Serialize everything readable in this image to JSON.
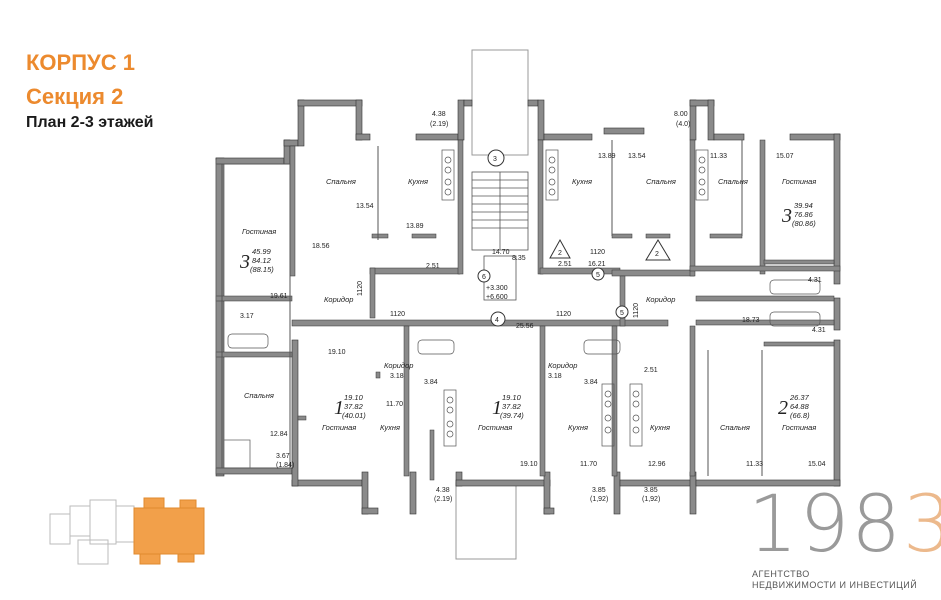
{
  "header": {
    "building": "КОРПУС 1",
    "section": "Секция 2",
    "plan": "План 2-3 этажей"
  },
  "logo": {
    "number_gray": "198",
    "number_accent": "3",
    "line1": "АГЕНТСТВО",
    "line2": "НЕДВИЖИМОСТИ И ИНВЕСТИЦИЙ"
  },
  "colors": {
    "accent": "#ec8a2e",
    "wall": "#8a8a8a",
    "key_plan_highlight": "#f2a04a"
  },
  "plan": {
    "room_labels": {
      "bedroom": "Спальня",
      "kitchen": "Кухня",
      "living": "Гостиная",
      "corridor": "Коридор"
    },
    "apartments": {
      "a1": {
        "rooms": "3",
        "l1": "45.99",
        "l2": "84.12",
        "l3": "(88.15)"
      },
      "a2": {
        "rooms": "3",
        "l1": "39.94",
        "l2": "76.86",
        "l3": "(80.86)"
      },
      "a3": {
        "rooms": "1",
        "l1": "19.10",
        "l2": "37.82",
        "l3": "(40.01)"
      },
      "a4": {
        "rooms": "1",
        "l1": "19.10",
        "l2": "37.82",
        "l3": "(39.74)"
      },
      "a5": {
        "rooms": "2",
        "l1": "26.37",
        "l2": "64.88",
        "l3": "(66.8)"
      }
    },
    "dims": {
      "d1": "4.38",
      "d1b": "(2.19)",
      "d2": "8.00",
      "d2b": "(4.0)",
      "d3": "13.54",
      "d4": "13.89",
      "d5": "13.89",
      "d6": "13.54",
      "d7": "11.33",
      "d8": "15.07",
      "d9": "18.56",
      "d10": "2.51",
      "d11": "14.70",
      "d12": "8.35",
      "d13": "2.51",
      "d14": "16.21",
      "d15": "1120",
      "d16": "4.31",
      "d17": "19.61",
      "d18": "3.17",
      "d19": "1120",
      "d20": "1120",
      "d21": "1120",
      "d22": "1120",
      "d23": "25.56",
      "d24": "18.73",
      "d25": "4.31",
      "d26": "19.10",
      "d27": "3.18",
      "d28": "3.84",
      "d29": "3.18",
      "d30": "3.84",
      "d31": "2.51",
      "d32": "11.70",
      "d33": "12.84",
      "d34": "3.67",
      "d34b": "(1.84)",
      "d35": "19.10",
      "d36": "11.70",
      "d37": "12.96",
      "d38": "11.33",
      "d39": "15.04",
      "d40": "4.38",
      "d40b": "(2.19)",
      "d41": "3.85",
      "d41b": "(1,92)",
      "d42": "3.85",
      "d42b": "(1,92)",
      "elev1": "+3.300",
      "elev2": "+6.600"
    },
    "markers": {
      "m1": "3",
      "m2": "4",
      "m3": "5",
      "m4": "5",
      "m5": "6",
      "m6": "2",
      "m7": "2"
    }
  }
}
